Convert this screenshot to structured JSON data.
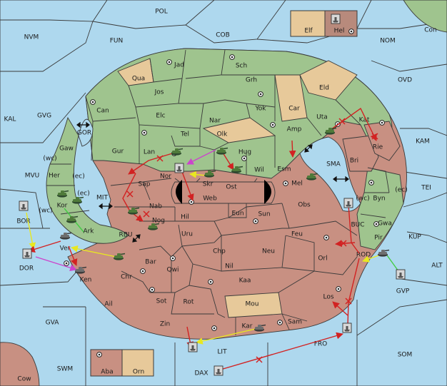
{
  "colors": {
    "water": "#aed8ee",
    "neutral": "#e7c99a",
    "green_power": "#9fc48e",
    "red_power": "#c89082",
    "unit_gray": "#8c8c8c",
    "support_yellow": "#f2f230",
    "convoy_magenta": "#cc44cc",
    "move_red": "#d22222",
    "hold_green": "#44cc44"
  },
  "legend": {
    "neutral_label": "Elf",
    "owned_label": "Hel"
  },
  "sea_labels": {
    "pol": "POL",
    "nvm": "NVM",
    "fun": "FUN",
    "cob": "COB",
    "nom": "NOM",
    "con": "Con",
    "kal": "KAL",
    "gvg": "GVG",
    "gor": "GOR",
    "ovd": "OVD",
    "kam": "KAM",
    "tei": "TEI",
    "mvu": "MVU",
    "mit": "MIT",
    "sma": "SMA",
    "bor": "BOR",
    "rbu": "RBU",
    "dor": "DOR",
    "buc": "BUC",
    "kup": "KUP",
    "rod": "ROD",
    "alt": "ALT",
    "gvp": "GVP",
    "gva": "GVA",
    "lit": "LIT",
    "fro": "FRO",
    "som": "SOM",
    "swm": "SWM",
    "dax": "DAX",
    "cow": "Cow"
  },
  "coast_labels": {
    "wc1": "(wc)",
    "ec1": "(ec)",
    "ec2": "(ec)",
    "wc2": "(wc)",
    "wc3": "(wc)",
    "ec3": "(ec)"
  },
  "green_labels": {
    "jad": "Jad",
    "sch": "Sch",
    "qua": "Qua",
    "jos": "Jos",
    "grh": "Grh",
    "can": "Can",
    "elc": "Elc",
    "nar": "Nar",
    "yok": "Yok",
    "car": "Car",
    "eld": "Eld",
    "uta": "Uta",
    "tel": "Tel",
    "olk": "Olk",
    "amp": "Amp",
    "kat": "Kat",
    "gur": "Gur",
    "lan": "Lan",
    "hug": "Hug",
    "gaw": "Gaw",
    "her": "Her",
    "kor": "Kor",
    "ark": "Ark",
    "wil": "Wil",
    "esm": "Esm",
    "byn": "Byn",
    "gwa": "Gwa",
    "pir": "Pir"
  },
  "red_labels": {
    "sap": "Sap",
    "nor": "Nor",
    "skr": "Skr",
    "ost": "Ost",
    "web": "Web",
    "mel": "Mel",
    "nab": "Nab",
    "hil": "Hil",
    "eun": "Eun",
    "sun": "Sun",
    "obs": "Obs",
    "nog": "Nog",
    "uru": "Uru",
    "feu": "Feu",
    "chp": "Chp",
    "neu": "Neu",
    "orl": "Orl",
    "bar": "Bar",
    "qwi": "Qwi",
    "nil": "Nil",
    "chr": "Chr",
    "kaa": "Kaa",
    "los": "Los",
    "ail": "Ail",
    "sot": "Sot",
    "rot": "Rot",
    "mou": "Mou",
    "zin": "Zin",
    "kar": "Kar",
    "sam": "Sam",
    "bri": "Bri",
    "rie": "Rie",
    "ver": "Ver",
    "ken": "Ken",
    "aba": "Aba",
    "orn": "Orn"
  }
}
